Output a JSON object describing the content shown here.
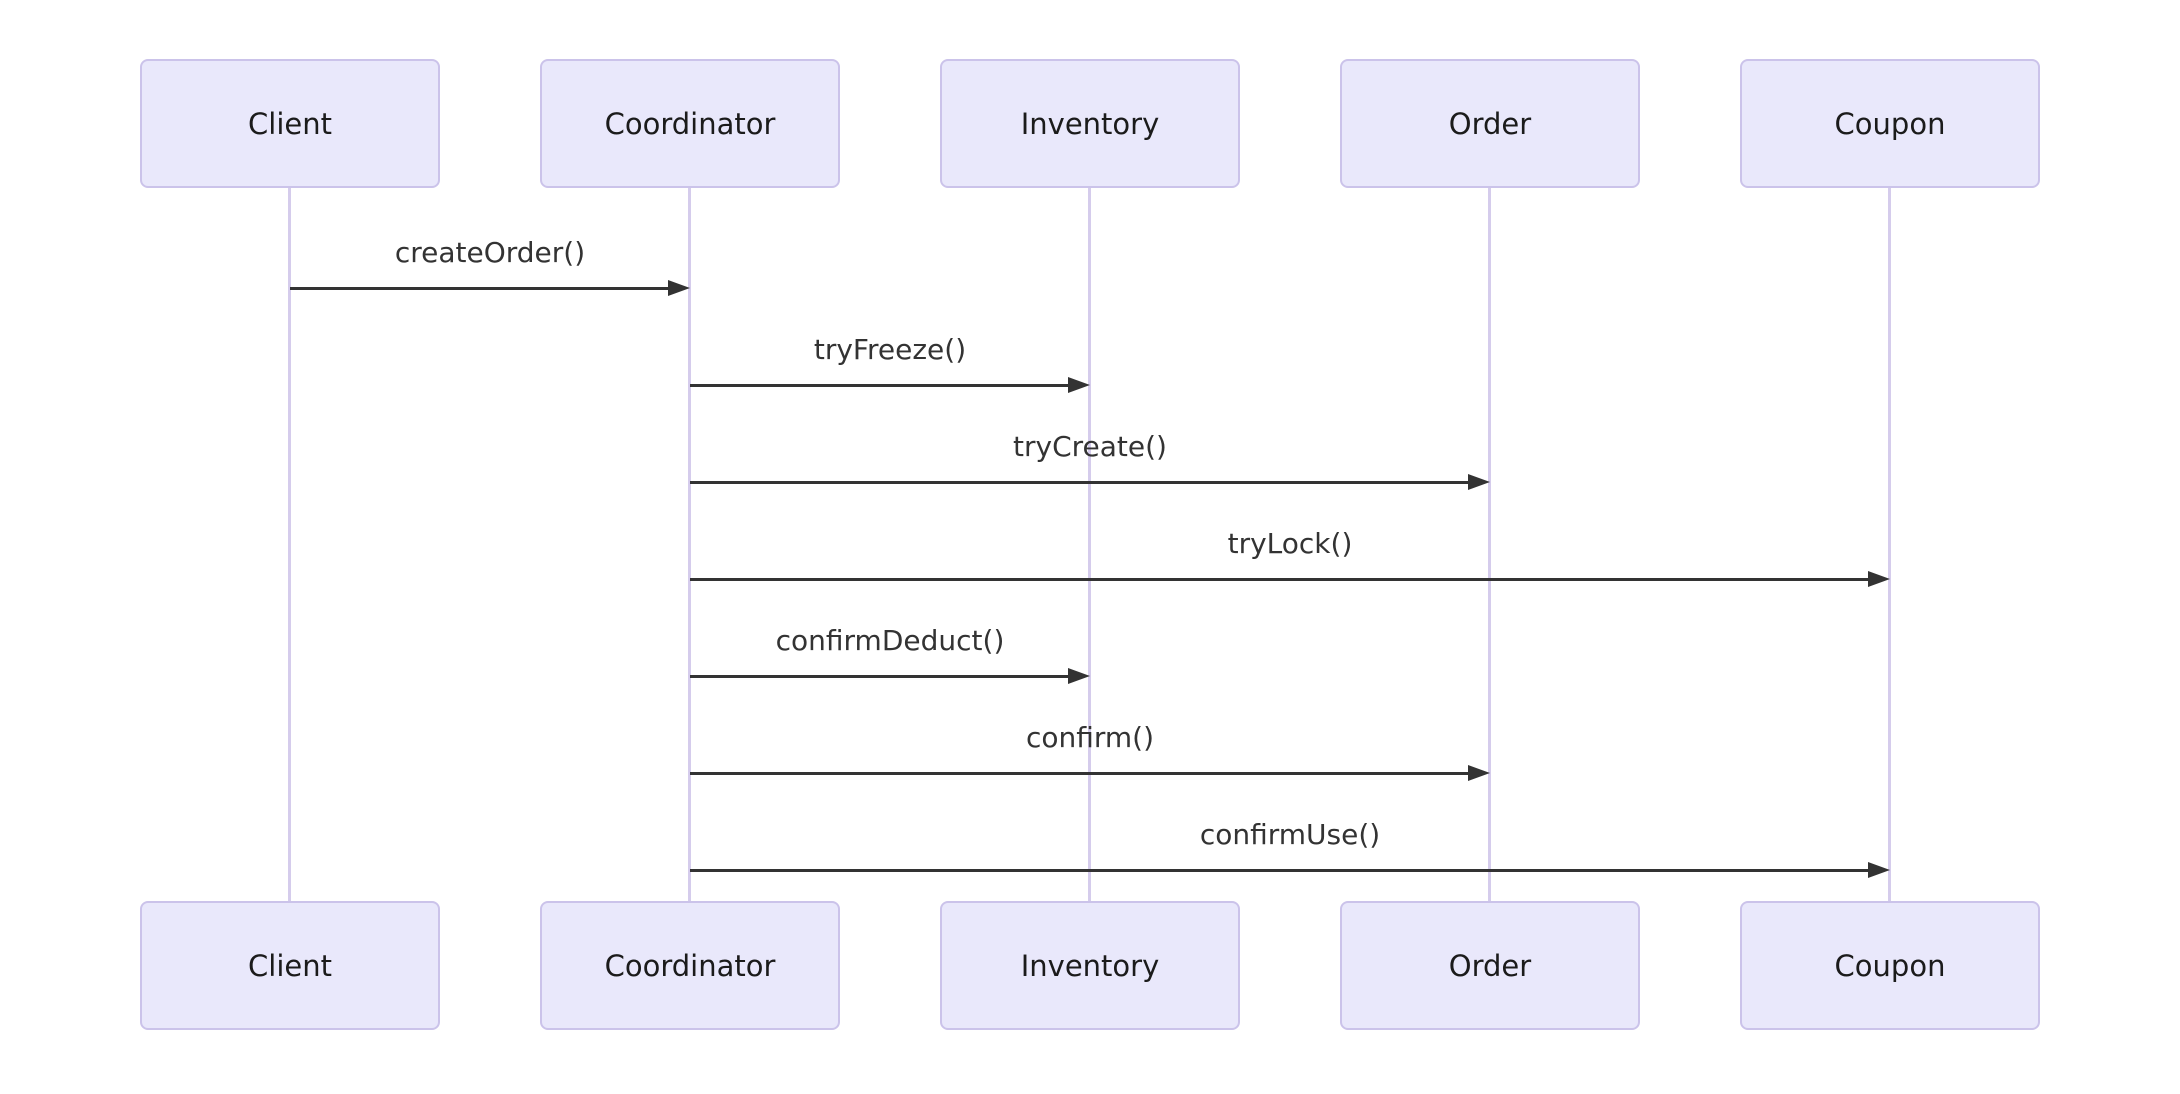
{
  "theme": {
    "background": "#ffffff",
    "actor_fill": "#e9e8fb",
    "actor_border": "#cbc3ea",
    "lifeline": "#d5ccec",
    "message_line": "#333333",
    "message_text": "#333333",
    "actor_text": "#1b1b1b"
  },
  "diagram": {
    "type": "sequence-diagram",
    "actors": [
      {
        "name": "Client"
      },
      {
        "name": "Coordinator"
      },
      {
        "name": "Inventory"
      },
      {
        "name": "Order"
      },
      {
        "name": "Coupon"
      }
    ],
    "messages": [
      {
        "label": "createOrder()",
        "from": "Client",
        "to": "Coordinator",
        "line": "solid",
        "arrowhead": "filled"
      },
      {
        "label": "tryFreeze()",
        "from": "Coordinator",
        "to": "Inventory",
        "line": "solid",
        "arrowhead": "filled"
      },
      {
        "label": "tryCreate()",
        "from": "Coordinator",
        "to": "Order",
        "line": "solid",
        "arrowhead": "filled"
      },
      {
        "label": "tryLock()",
        "from": "Coordinator",
        "to": "Coupon",
        "line": "solid",
        "arrowhead": "filled"
      },
      {
        "label": "confirmDeduct()",
        "from": "Coordinator",
        "to": "Inventory",
        "line": "solid",
        "arrowhead": "filled"
      },
      {
        "label": "confirm()",
        "from": "Coordinator",
        "to": "Order",
        "line": "solid",
        "arrowhead": "filled"
      },
      {
        "label": "confirmUse()",
        "from": "Coordinator",
        "to": "Coupon",
        "line": "solid",
        "arrowhead": "filled"
      }
    ]
  }
}
